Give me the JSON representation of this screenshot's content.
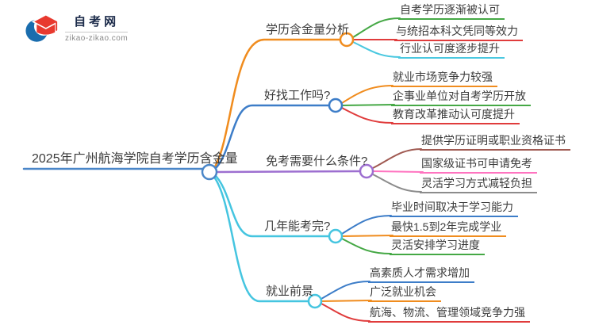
{
  "logo": {
    "title": "自考网",
    "domain": "zikao-zikao.com",
    "icon_blue": "#1a6dae",
    "icon_red": "#e8392f"
  },
  "mindmap": {
    "root": {
      "label": "2025年广州航海学院自考学历含金量",
      "color": "#4a86c8"
    },
    "branches": [
      {
        "label": "学历含金量分析",
        "color": "#f08c1e",
        "children": [
          {
            "label": "自考学历逐渐被认可",
            "color": "#45a845"
          },
          {
            "label": "与统招本科文凭同等效力",
            "color": "#e03c3c"
          },
          {
            "label": "行业认可度逐步提升",
            "color": "#4ac8e0"
          }
        ]
      },
      {
        "label": "好找工作吗?",
        "color": "#3d7dc8",
        "children": [
          {
            "label": "就业市场竞争力较强",
            "color": "#f08c1e"
          },
          {
            "label": "企事业单位对自考学历开放",
            "color": "#45a845"
          },
          {
            "label": "教育改革推动认可度提升",
            "color": "#e03c3c"
          }
        ]
      },
      {
        "label": "免考需要什么条件?",
        "color": "#9d6fd0",
        "children": [
          {
            "label": "提供学历证明或职业资格证书",
            "color": "#a05a52"
          },
          {
            "label": "国家级证书可申请免考",
            "color": "#ff74c0"
          },
          {
            "label": "灵活学习方式减轻负担",
            "color": "#8c8c8c"
          }
        ]
      },
      {
        "label": "几年能考完?",
        "color": "#45c5e0",
        "children": [
          {
            "label": "毕业时间取决于学习能力",
            "color": "#3d7dc8"
          },
          {
            "label": "最快1.5到2年完成学业",
            "color": "#f08c1e"
          },
          {
            "label": "灵活安排学习进度",
            "color": "#45a845"
          }
        ]
      },
      {
        "label": "就业前景",
        "color": "#45c5e0",
        "children": [
          {
            "label": "高素质人才需求增加",
            "color": "#3d7dc8"
          },
          {
            "label": "广泛就业机会",
            "color": "#f08c1e"
          },
          {
            "label": "航海、物流、管理领域竞争力强",
            "color": "#e03c3c"
          }
        ]
      }
    ]
  }
}
